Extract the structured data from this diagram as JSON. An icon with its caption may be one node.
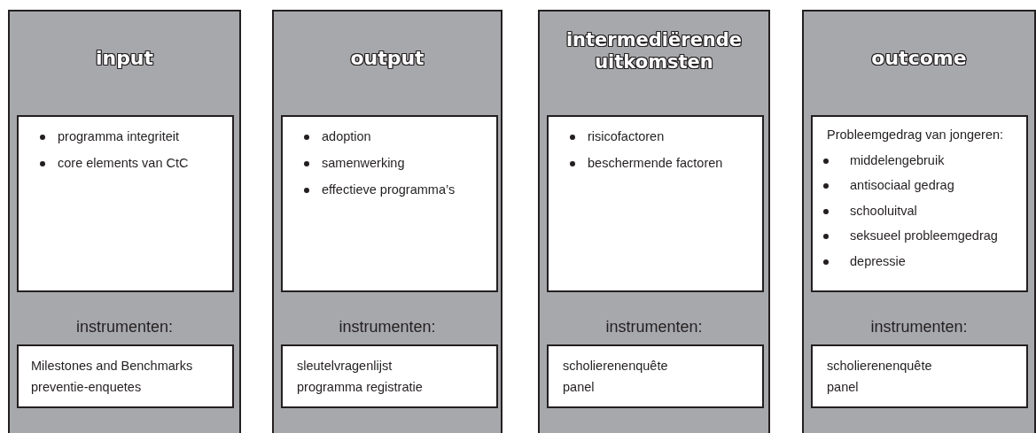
{
  "diagram": {
    "nodes": [
      {
        "text": [
          "input",
          "instrumenten:"
        ]
      },
      {
        "text": [
          "programma integriteit",
          "core elements van CtC"
        ],
        "in": 0
      },
      {
        "text": [
          "Milestones and Benchmarks",
          "preventie-enquetes"
        ],
        "in": 0
      },
      {
        "text": [
          "output",
          "instrumenten:"
        ]
      },
      {
        "text": [
          "adoption",
          "samenwerking",
          "effectieve programma’s"
        ],
        "in": 3
      },
      {
        "text": [
          "sleutelvragenlijst",
          "programma registratie"
        ],
        "in": 3
      },
      {
        "text": [
          "intermediërende uitkomsten",
          "instrumenten:"
        ]
      },
      {
        "text": [
          "risicofactoren",
          "beschermende factoren"
        ],
        "in": 6
      },
      {
        "text": [
          "scholierenenquête",
          "panel"
        ],
        "in": 6
      },
      {
        "text": [
          "outcome",
          "instrumenten:"
        ]
      },
      {
        "text": [
          "Probleemgedrag van jongeren:",
          "middelengebruik",
          "antisociaal gedrag",
          "schooluitval",
          "seksueel probleemgedrag",
          "depressie"
        ],
        "in": 9
      },
      {
        "text": [
          "scholierenenquête",
          "panel"
        ],
        "in": 9
      }
    ]
  }
}
